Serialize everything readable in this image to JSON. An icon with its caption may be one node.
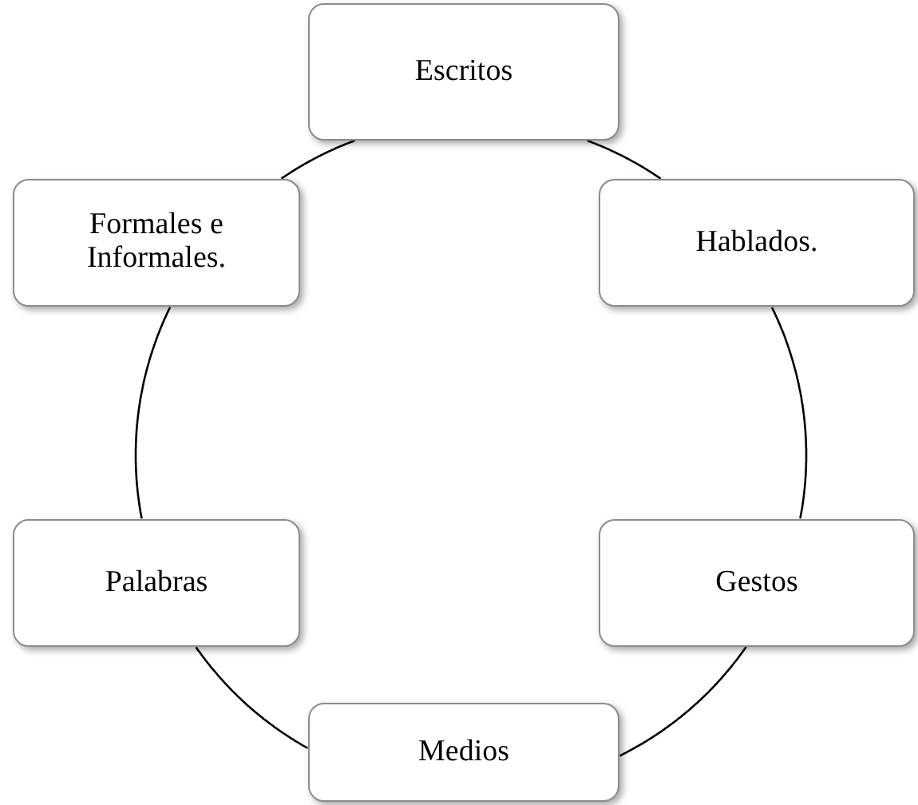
{
  "diagram": {
    "nodes": [
      {
        "text": [
          "Escritos"
        ]
      },
      {
        "text": [
          "Hablados."
        ]
      },
      {
        "text": [
          "Gestos"
        ]
      },
      {
        "text": [
          "Medios"
        ]
      },
      {
        "text": [
          "Palabras"
        ]
      },
      {
        "text": [
          "Formales e Informales."
        ]
      }
    ],
    "edges": [
      {
        "from": 0,
        "to": 1,
        "arrow": "none"
      },
      {
        "from": 1,
        "to": 2,
        "arrow": "none"
      },
      {
        "from": 2,
        "to": 3,
        "arrow": "none"
      },
      {
        "from": 3,
        "to": 4,
        "arrow": "none"
      },
      {
        "from": 4,
        "to": 5,
        "arrow": "none"
      },
      {
        "from": 5,
        "to": 0,
        "arrow": "none"
      }
    ]
  }
}
